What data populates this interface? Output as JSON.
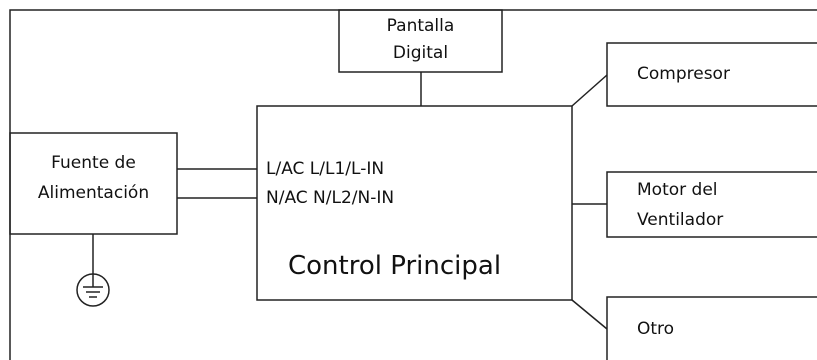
{
  "display": {
    "line1": "Pantalla",
    "line2": "Digital"
  },
  "compressor": {
    "label": "Compresor"
  },
  "fan_motor": {
    "line1": "Motor del",
    "line2": "Ventilador"
  },
  "other": {
    "label": "Otro"
  },
  "power_supply": {
    "line1": "Fuente de",
    "line2": "Alimentación"
  },
  "main_control": {
    "label": "Control Principal",
    "input_live": "L/AC L/L1/L-IN",
    "input_neutral": "N/AC N/L2/N-IN"
  },
  "ground": {
    "icon": "ground-icon"
  }
}
